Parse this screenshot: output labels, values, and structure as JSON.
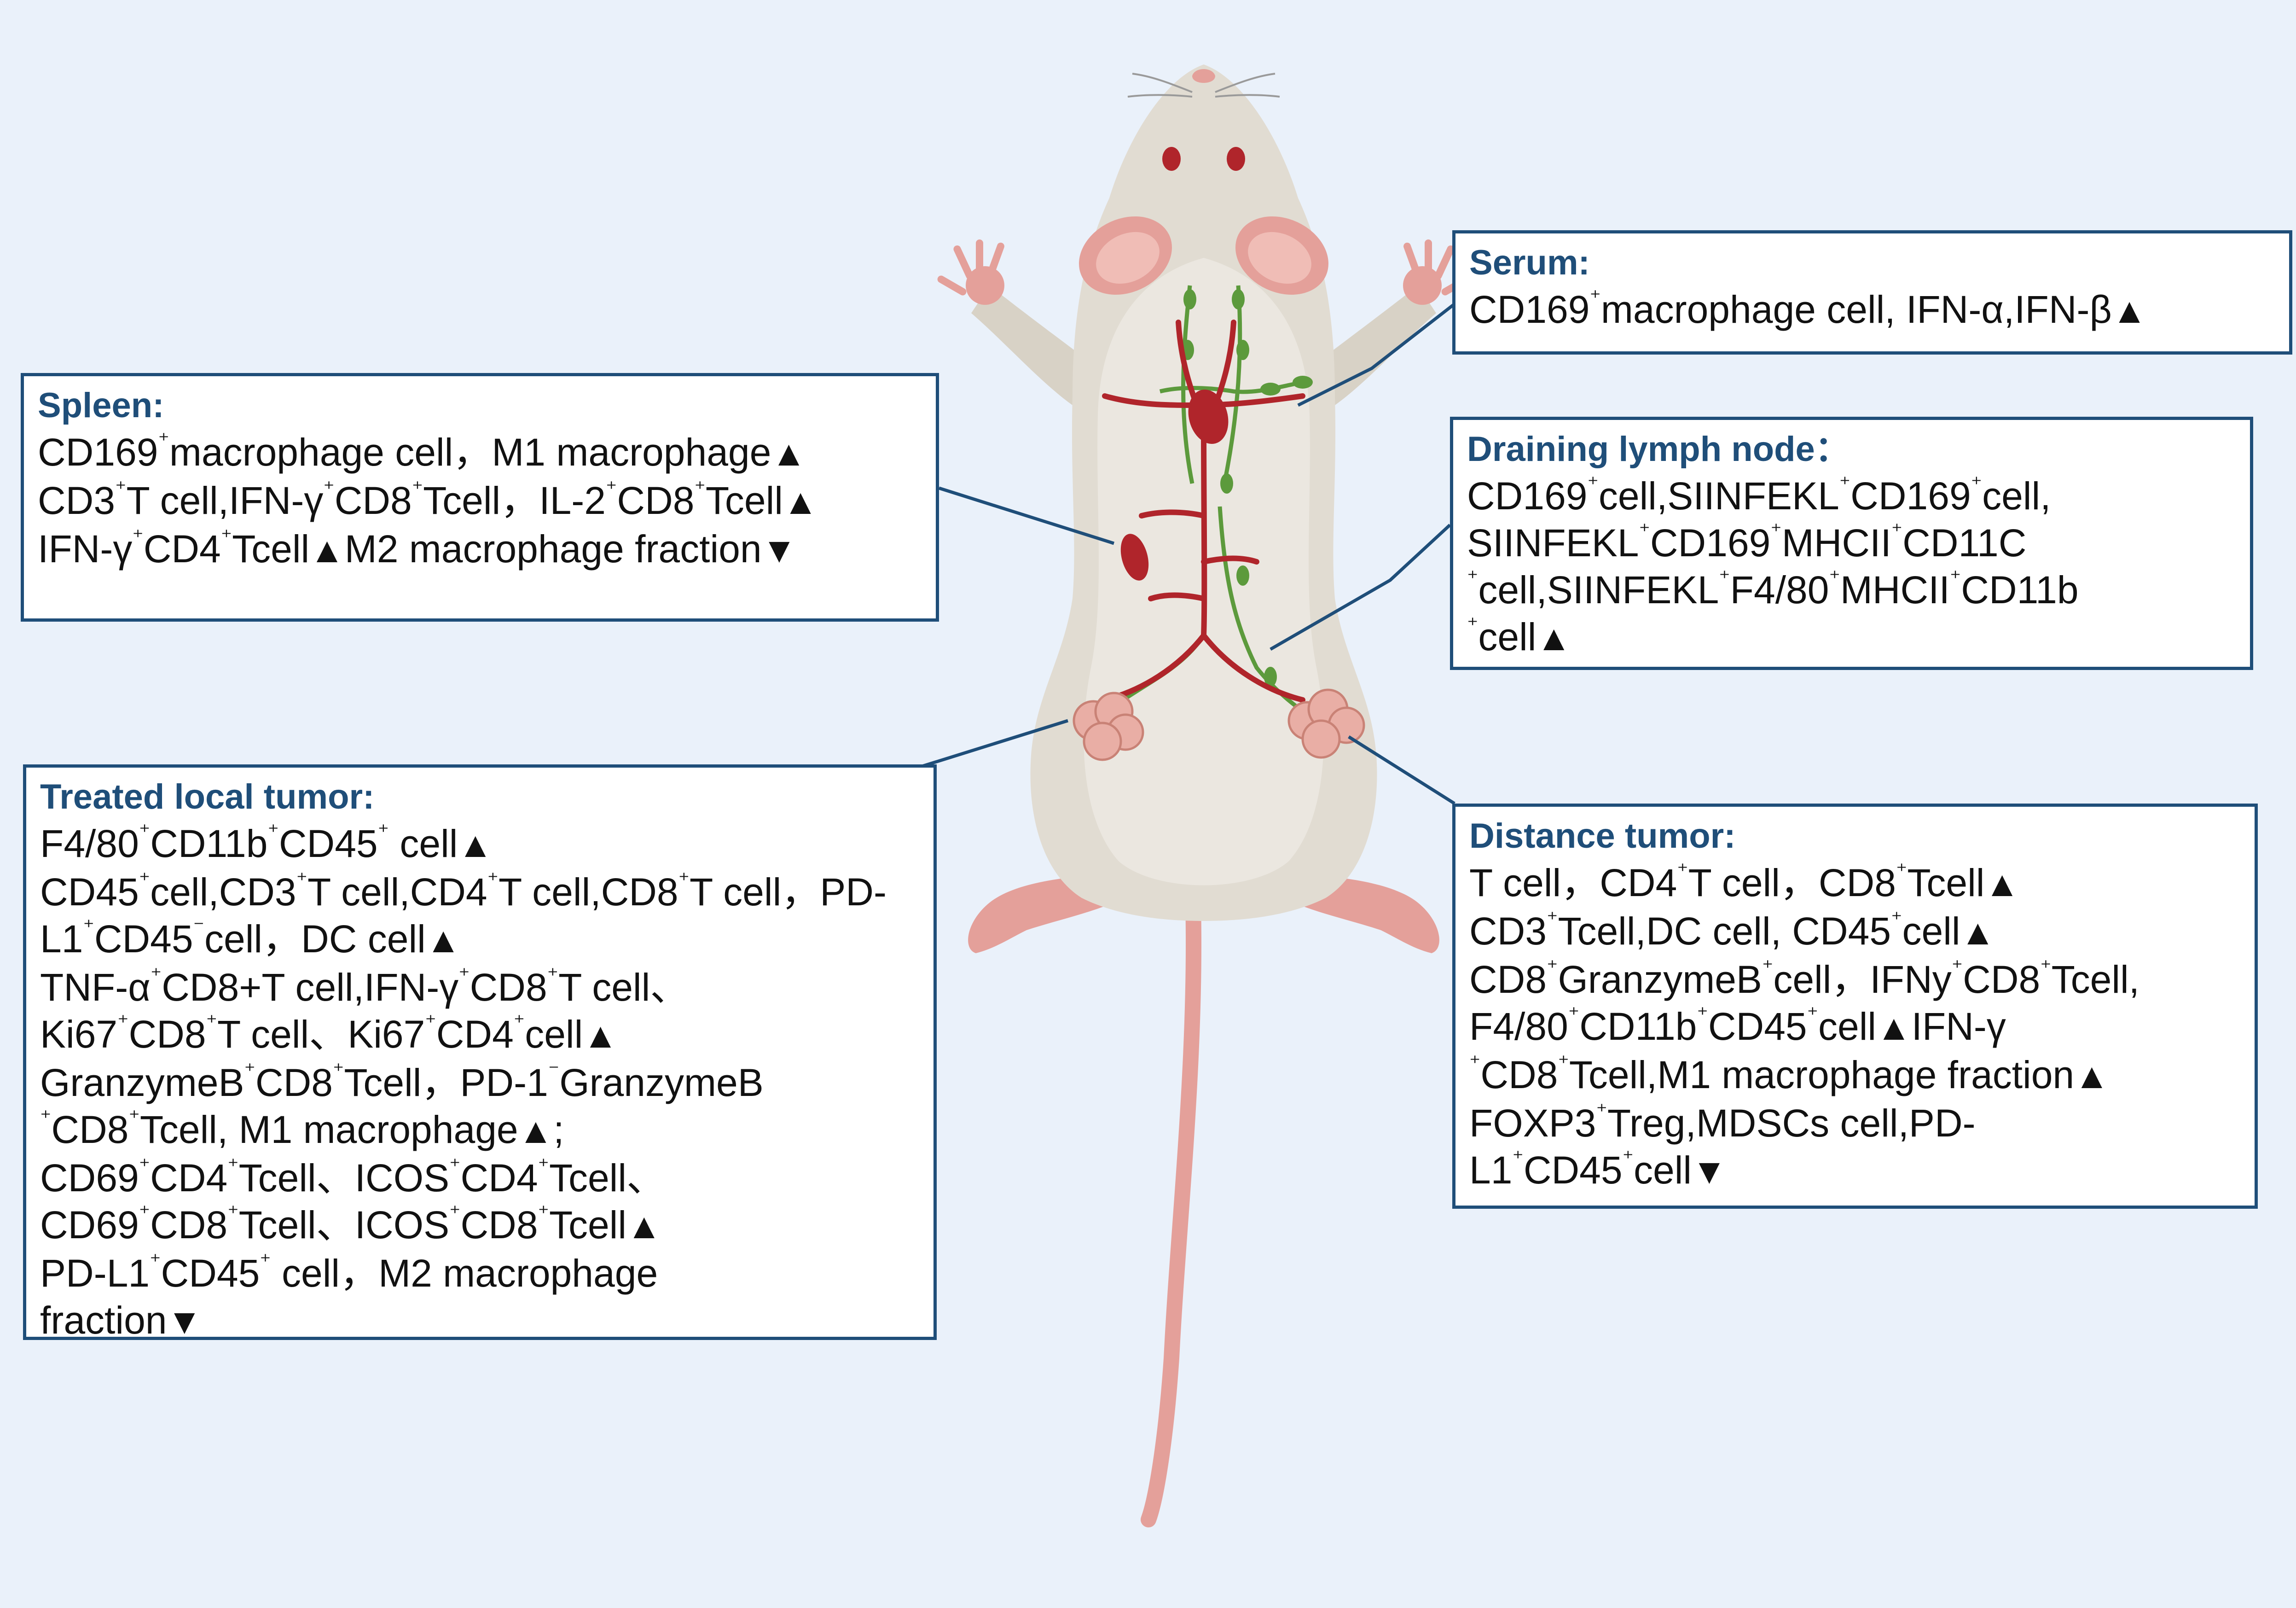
{
  "colors": {
    "background": "#eaf1fa",
    "box_border": "#1f4e79",
    "title": "#1f4e79",
    "leader_line": "#1f4e79",
    "mouse_body": "#e1dcd2",
    "mouse_skin": "#e4a09a",
    "vessel": "#b0252b",
    "lymph": "#5c9a3c",
    "tumor": "#e9aea5"
  },
  "panels": [
    {
      "id": "serum",
      "title": "Serum:",
      "lines": [
        "CD169⁺macrophage cell, IFN-α,IFN-β▲"
      ]
    },
    {
      "id": "spleen",
      "title": "Spleen:",
      "lines": [
        "CD169⁺macrophage cell，M1 macrophage▲",
        "CD3⁺T cell,IFN-γ⁺CD8⁺Tcell，IL-2⁺CD8⁺Tcell▲",
        "IFN-γ⁺CD4⁺Tcell▲M2 macrophage fraction▼"
      ]
    },
    {
      "id": "draining-lymph-node",
      "title": "Draining lymph node：",
      "lines": [
        "CD169⁺cell,SIINFEKL⁺CD169⁺cell,",
        "SIINFEKL⁺CD169⁺MHCII⁺CD11C",
        "⁺cell,SIINFEKL⁺F4/80⁺MHCII⁺CD11b",
        "⁺cell▲"
      ]
    },
    {
      "id": "treated-local-tumor",
      "title": "Treated local tumor:",
      "lines": [
        "F4/80⁺CD11b⁺CD45⁺ cell▲",
        "CD45⁺cell,CD3⁺T cell,CD4⁺T cell,CD8⁺T cell，PD-",
        "L1⁺CD45⁻cell，DC cell▲",
        "TNF-α⁺CD8+T cell,IFN-γ⁺CD8⁺T cell、",
        "Ki67⁺CD8⁺T cell、Ki67⁺CD4⁺cell▲",
        "GranzymeB⁺CD8⁺Tcell，PD-1⁻GranzymeB",
        "⁺CD8⁺Tcell, M1 macrophage▲;",
        "CD69⁺CD4⁺Tcell、ICOS⁺CD4⁺Tcell、",
        "CD69⁺CD8⁺Tcell、ICOS⁺CD8⁺Tcell▲",
        "PD-L1⁺CD45⁺ cell，M2 macrophage",
        "fraction▼"
      ]
    },
    {
      "id": "distance-tumor",
      "title": "Distance tumor:",
      "lines": [
        "T cell，CD4⁺T cell，CD8⁺Tcell▲",
        "CD3⁺Tcell,DC cell, CD45⁺cell▲",
        "CD8⁺GranzymeB⁺cell，IFNy⁺CD8⁺Tcell,",
        "F4/80⁺CD11b⁺CD45⁺cell▲IFN-γ",
        "⁺CD8⁺Tcell,M1 macrophage fraction▲",
        "FOXP3⁺Treg,MDSCs cell,PD-",
        "L1⁺CD45⁺cell▼"
      ]
    }
  ]
}
